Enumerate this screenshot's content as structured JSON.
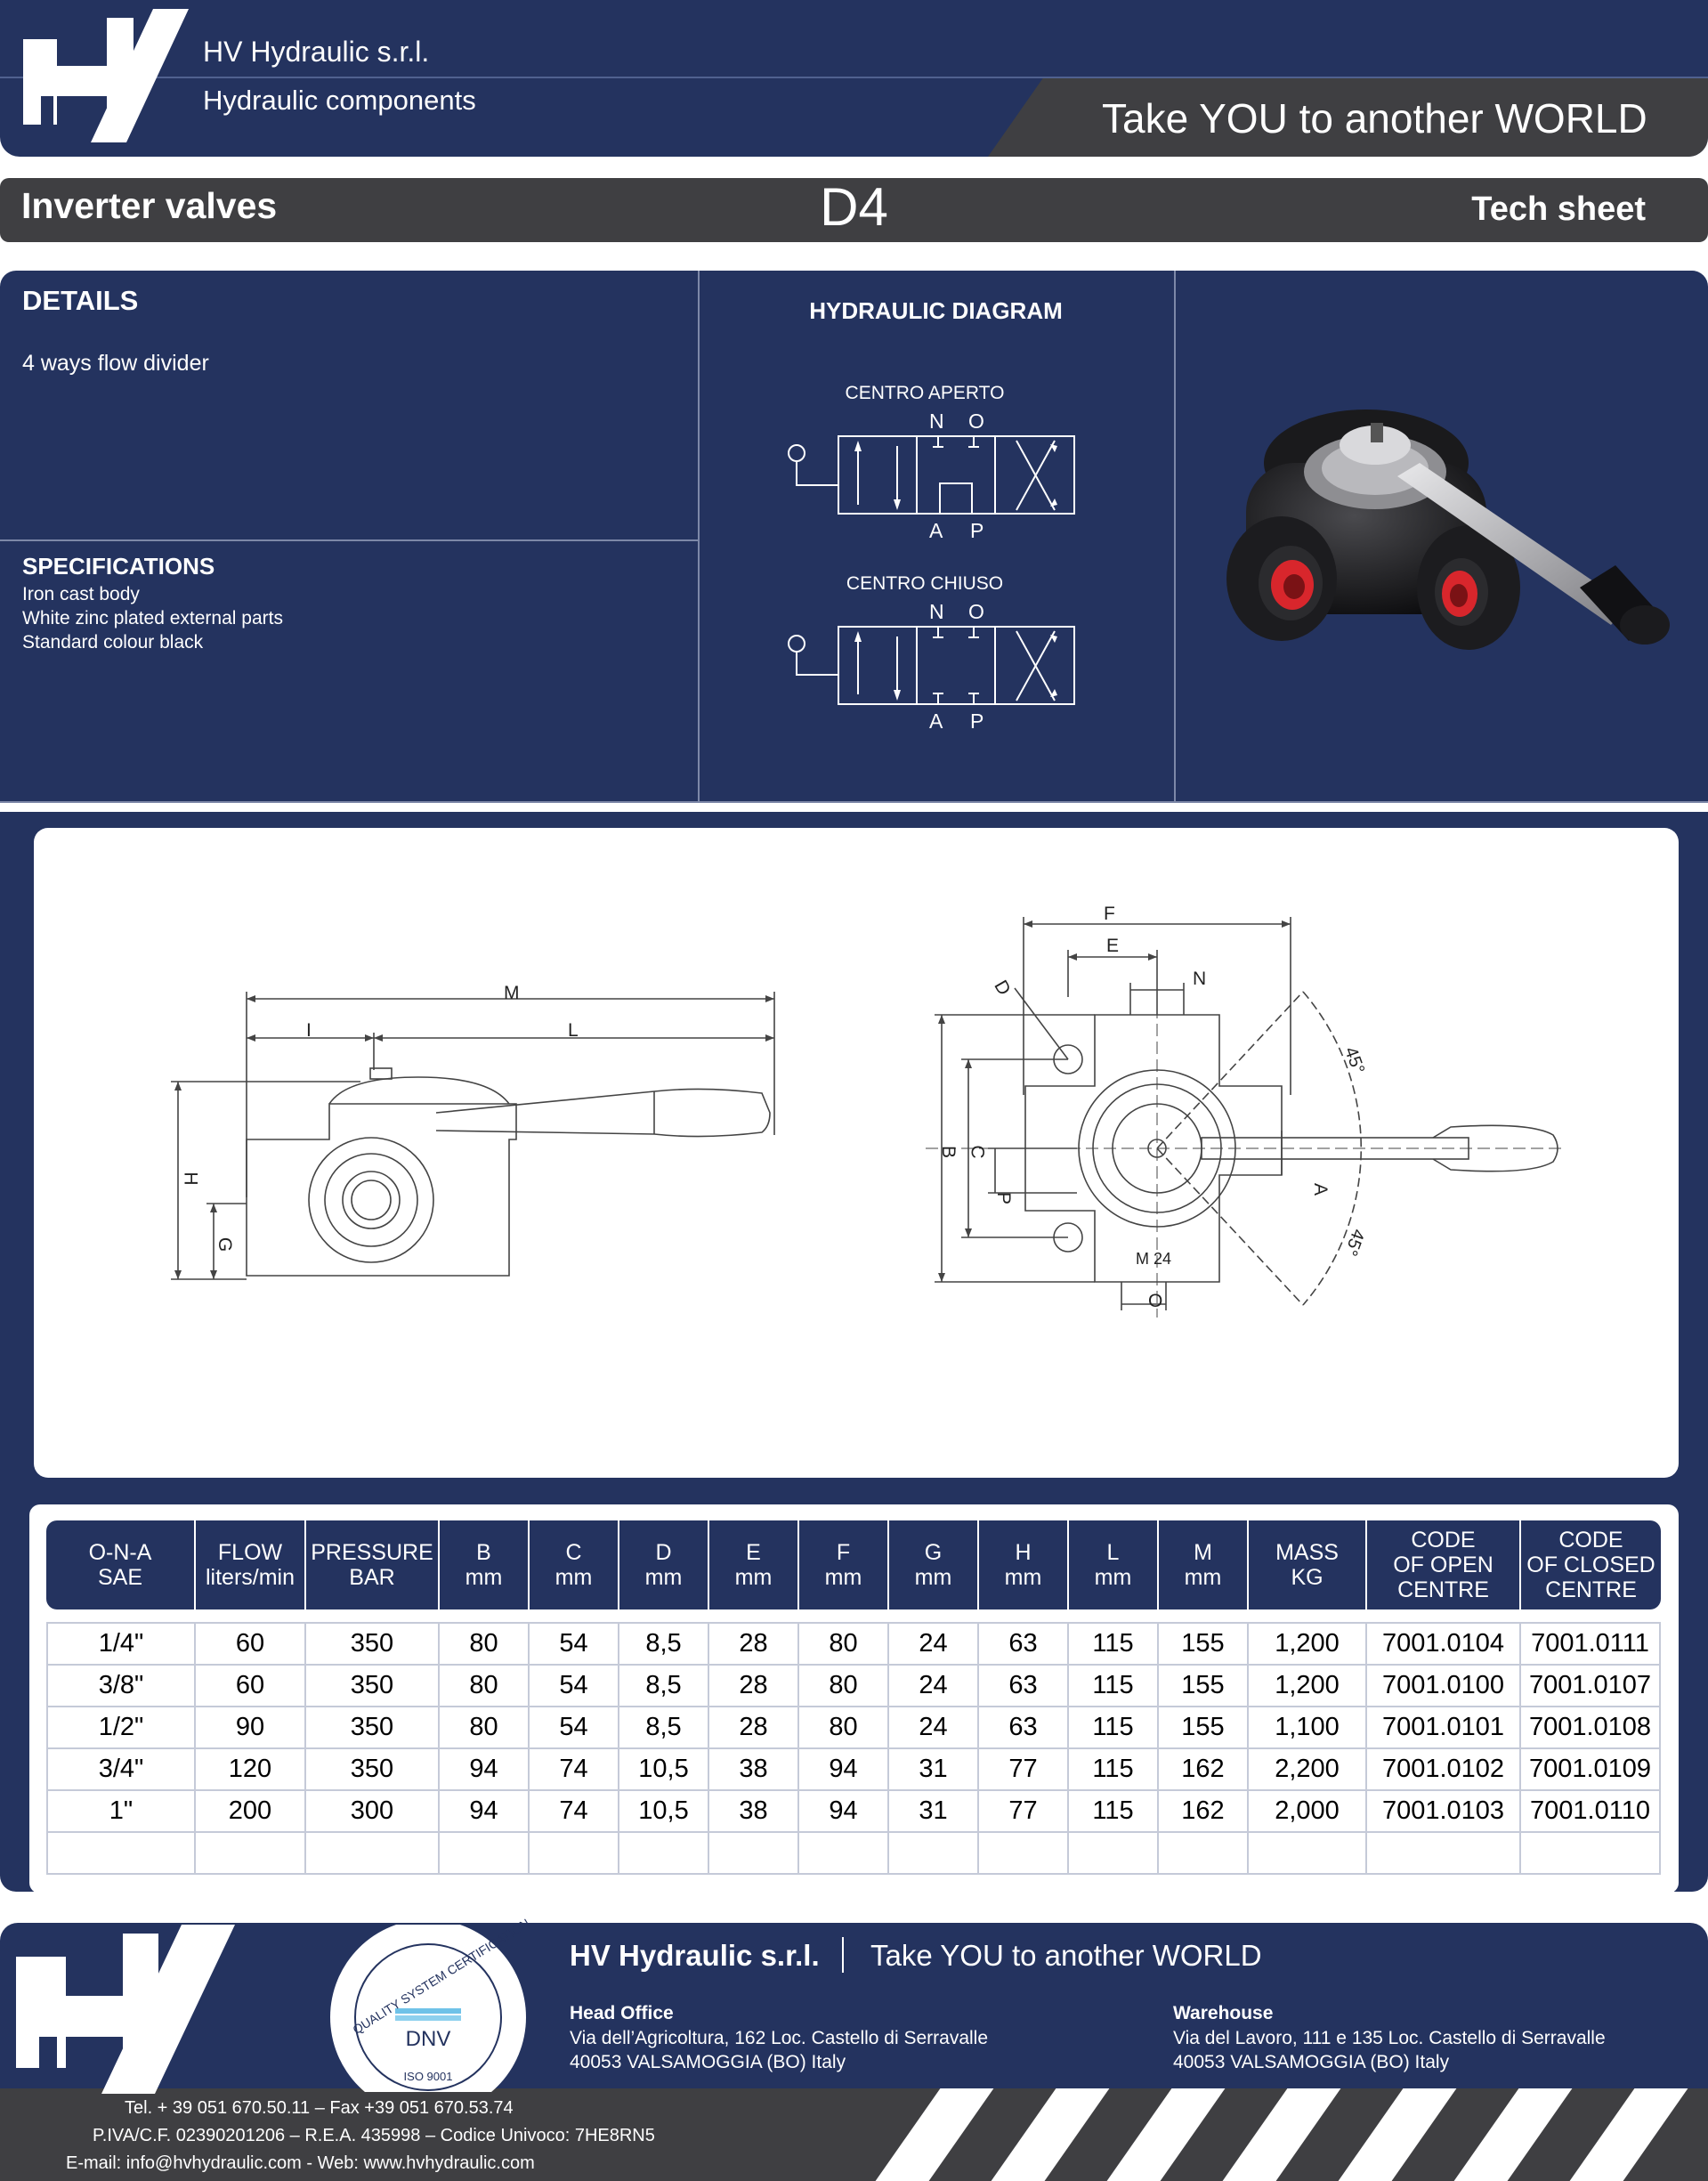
{
  "header": {
    "company": "HV Hydraulic s.r.l.",
    "subtitle": "Hydraulic components",
    "tagline": "Take YOU to another WORLD"
  },
  "title_bar": {
    "category": "Inverter valves",
    "model": "D4",
    "sheet": "Tech sheet"
  },
  "details": {
    "heading": "DETAILS",
    "text": "4 ways flow divider"
  },
  "specifications": {
    "heading": "SPECIFICATIONS",
    "items": [
      "Iron cast body",
      "White zinc plated external parts",
      "Standard colour black"
    ]
  },
  "hydraulic_diagram": {
    "heading": "HYDRAULIC DIAGRAM",
    "open_centre_label": "CENTRO APERTO",
    "closed_centre_label": "CENTRO CHIUSO",
    "port_n": "N",
    "port_o": "O",
    "port_a": "A",
    "port_p": "P"
  },
  "drawing_labels": {
    "M": "M",
    "I": "I",
    "L": "L",
    "H": "H",
    "G": "G",
    "F": "F",
    "E": "E",
    "N": "N",
    "D": "D",
    "B": "B",
    "C": "C",
    "P": "P",
    "A": "A",
    "O": "O",
    "angle1": "45°",
    "angle2": "45°",
    "thread": "M 24"
  },
  "table": {
    "headers": [
      [
        "O-N-A",
        "SAE"
      ],
      [
        "FLOW",
        "liters/min"
      ],
      [
        "PRESSURE",
        "BAR"
      ],
      [
        "B",
        "mm"
      ],
      [
        "C",
        "mm"
      ],
      [
        "D",
        "mm"
      ],
      [
        "E",
        "mm"
      ],
      [
        "F",
        "mm"
      ],
      [
        "G",
        "mm"
      ],
      [
        "H",
        "mm"
      ],
      [
        "L",
        "mm"
      ],
      [
        "M",
        "mm"
      ],
      [
        "MASS",
        "KG"
      ],
      [
        "CODE",
        "OF OPEN",
        "CENTRE"
      ],
      [
        "CODE",
        "OF CLOSED",
        "CENTRE"
      ]
    ],
    "rows": [
      [
        "1/4\"",
        "60",
        "350",
        "80",
        "54",
        "8,5",
        "28",
        "80",
        "24",
        "63",
        "115",
        "155",
        "1,200",
        "7001.0104",
        "7001.0111"
      ],
      [
        "3/8\"",
        "60",
        "350",
        "80",
        "54",
        "8,5",
        "28",
        "80",
        "24",
        "63",
        "115",
        "155",
        "1,200",
        "7001.0100",
        "7001.0107"
      ],
      [
        "1/2\"",
        "90",
        "350",
        "80",
        "54",
        "8,5",
        "28",
        "80",
        "24",
        "63",
        "115",
        "155",
        "1,100",
        "7001.0101",
        "7001.0108"
      ],
      [
        "3/4\"",
        "120",
        "350",
        "94",
        "74",
        "10,5",
        "38",
        "94",
        "31",
        "77",
        "115",
        "162",
        "2,200",
        "7001.0102",
        "7001.0109"
      ],
      [
        "1\"",
        "200",
        "300",
        "94",
        "74",
        "10,5",
        "38",
        "94",
        "31",
        "77",
        "115",
        "162",
        "2,000",
        "7001.0103",
        "7001.0110"
      ],
      [
        "",
        "",
        "",
        "",
        "",
        "",
        "",
        "",
        "",
        "",
        "",
        "",
        "",
        "",
        ""
      ]
    ]
  },
  "footer": {
    "company": "HV Hydraulic s.r.l.",
    "tagline": "Take YOU to another WORLD",
    "cert_arc": "QUALITY SYSTEM CERTIFICATION",
    "cert_brand": "DNV",
    "cert_std": "ISO 9001",
    "head_office_title": "Head Office",
    "head_office_line1": "Via dell’Agricoltura, 162 Loc. Castello di Serravalle",
    "head_office_line2": "40053 VALSAMOGGIA (BO) Italy",
    "warehouse_title": "Warehouse",
    "warehouse_line1": "Via del Lavoro, 111 e 135 Loc. Castello di Serravalle",
    "warehouse_line2": "40053 VALSAMOGGIA (BO) Italy",
    "phone": "Tel. + 39 051 670.50.11 – Fax +39 051 670.53.74",
    "vat": "P.IVA/C.F. 02390201206 – R.E.A. 435998 – Codice Univoco: 7HE8RN5",
    "contact": "E-mail: info@hvhydraulic.com - Web: www.hvhydraulic.com"
  },
  "colors": {
    "navy": "#24335f",
    "charcoal": "#3f3f42",
    "valve_port": "#d8262c"
  }
}
